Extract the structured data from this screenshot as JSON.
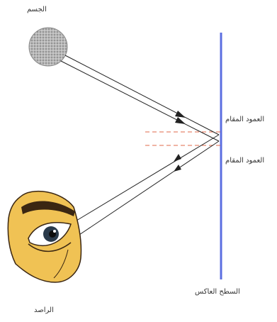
{
  "labels": {
    "object": "الجسم",
    "normal_top": "العمود المقام",
    "normal_bottom": "العمود المقام",
    "mirror": "السطح العاكس",
    "observer": "الراصد"
  },
  "colors": {
    "mirror": "#5b6ee0",
    "normal_lines": "#e06a4a",
    "rays": "#222222",
    "object_fill": "#bdbdbd",
    "skin": "#f0c254",
    "eyebrow": "#3a2612"
  },
  "icons": {
    "object": "speckled-sphere-icon",
    "observer": "eye-icon"
  }
}
